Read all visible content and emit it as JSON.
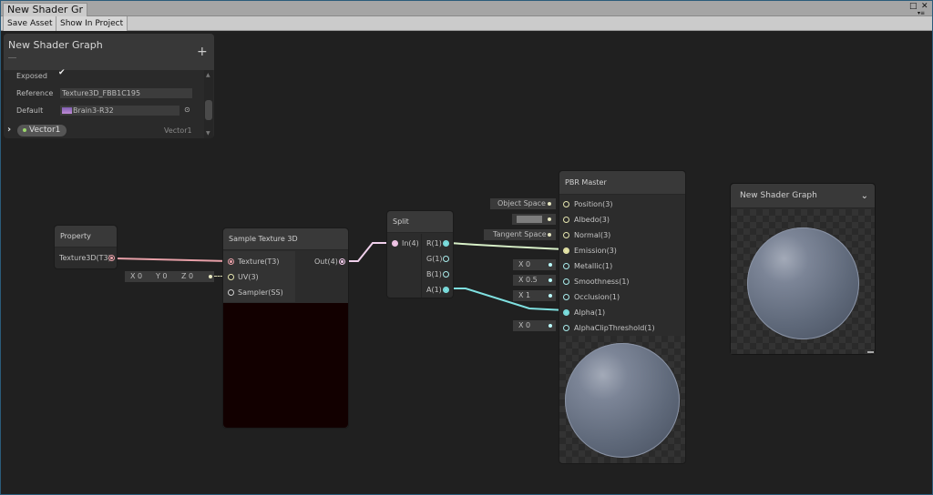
{
  "window": {
    "tab_title": "New Shader Gr",
    "controls": {
      "maximize": "□",
      "close": "✕",
      "menu": "▾≡"
    }
  },
  "toolbar": {
    "save_asset": "Save Asset",
    "show_in_project": "Show In Project"
  },
  "blackboard": {
    "title": "New Shader Graph",
    "subtitle": "—",
    "add_button": "+",
    "exposed_label": "Exposed",
    "exposed_checked": "✔",
    "reference_label": "Reference",
    "reference_value": "Texture3D_FBB1C195",
    "default_label": "Default",
    "default_value": "Brain3-R32",
    "default_picker": "⊙",
    "expand_arrow": "›",
    "property_name": "Vector1",
    "property_type": "Vector1"
  },
  "nodes": {
    "property": {
      "title": "Property",
      "output": "Texture3D(T3)"
    },
    "sample_texture": {
      "title": "Sample Texture 3D",
      "inputs": [
        "Texture(T3)",
        "UV(3)",
        "Sampler(SS)"
      ],
      "output": "Out(4)",
      "uv_defaults": {
        "x": "X 0",
        "y": "Y 0",
        "z": "Z 0"
      }
    },
    "split": {
      "title": "Split",
      "input": "In(4)",
      "outputs": [
        "R(1)",
        "G(1)",
        "B(1)",
        "A(1)"
      ]
    },
    "pbr_master": {
      "title": "PBR Master",
      "inputs": [
        "Position(3)",
        "Albedo(3)",
        "Normal(3)",
        "Emission(3)",
        "Metallic(1)",
        "Smoothness(1)",
        "Occlusion(1)",
        "Alpha(1)",
        "AlphaClipThreshold(1)"
      ],
      "defaults": {
        "position": "Object Space",
        "normal": "Tangent Space",
        "metallic": "0",
        "smoothness": "0.5",
        "occlusion": "1",
        "alpha_clip": "0",
        "x_label": "X"
      }
    }
  },
  "preview": {
    "title": "New Shader Graph",
    "dropdown_icon": "⌄"
  },
  "colors": {
    "texture_edge": "#e8a0a8",
    "vector4_edge": "#f0c8e8",
    "float_edge": "#7fe0e0",
    "vector3_edge": "#f0f0b0",
    "canvas_bg": "#202020",
    "node_bg": "#2c2c2c"
  }
}
